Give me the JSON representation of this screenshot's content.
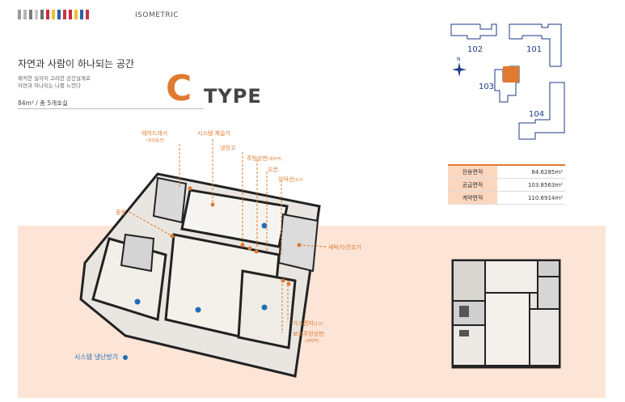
{
  "header": {
    "stripe_colors": [
      "#9a9a9a",
      "#b4b4b4",
      "#7a7a7a",
      "#c8c8c8",
      "#6e6e6e",
      "#d12a3a",
      "#e8c23a",
      "#2d5ea8",
      "#c73445",
      "#d12a3a",
      "#e8c23a",
      "#2d5ea8",
      "#c73445"
    ],
    "label": "ISOMETRIC"
  },
  "intro": {
    "headline": "자연과 사람이 하나되는 공간",
    "desc_line1": "쾌적한 실까지 고려한 공간설계로",
    "desc_line2": "자연과 하나되는 나를 느낀다",
    "area": "84m² / 총 5개호실"
  },
  "type": {
    "letter": "C",
    "word": "TYPE"
  },
  "site_map": {
    "buildings": [
      "102",
      "101",
      "103",
      "104"
    ],
    "compass": "N",
    "highlight_color": "#e07a30",
    "line_color": "#1e3a8a"
  },
  "specs": [
    {
      "label": "전용면적",
      "value": "84.6285m²"
    },
    {
      "label": "공급면적",
      "value": "103.8563m²"
    },
    {
      "label": "계약면적",
      "value": "110.6914m²"
    }
  ],
  "callouts": {
    "air_dresser": "에어드레서",
    "air_dresser_sub": "(유상옵션)",
    "system_shoe": "시스템 제습기",
    "fridge": "냉장고",
    "kitchen_cabinet": "주방상판",
    "kitchen_cabinet_sub": "(세라믹)",
    "oven": "오븐",
    "induction": "인덕션",
    "induction_sub": "(3구)",
    "entrance": "중문",
    "washer": "세탁기/건조기",
    "gas_range": "가스렌지",
    "gas_range_sub": "(1구)",
    "aux_kitchen": "보조주방상판",
    "aux_kitchen_sub": "(세라믹)"
  },
  "legend": {
    "label": "시스템 냉난방기"
  },
  "colors": {
    "accent": "#e07a30",
    "band": "#fce4d6",
    "blue": "#1f6fb8"
  }
}
